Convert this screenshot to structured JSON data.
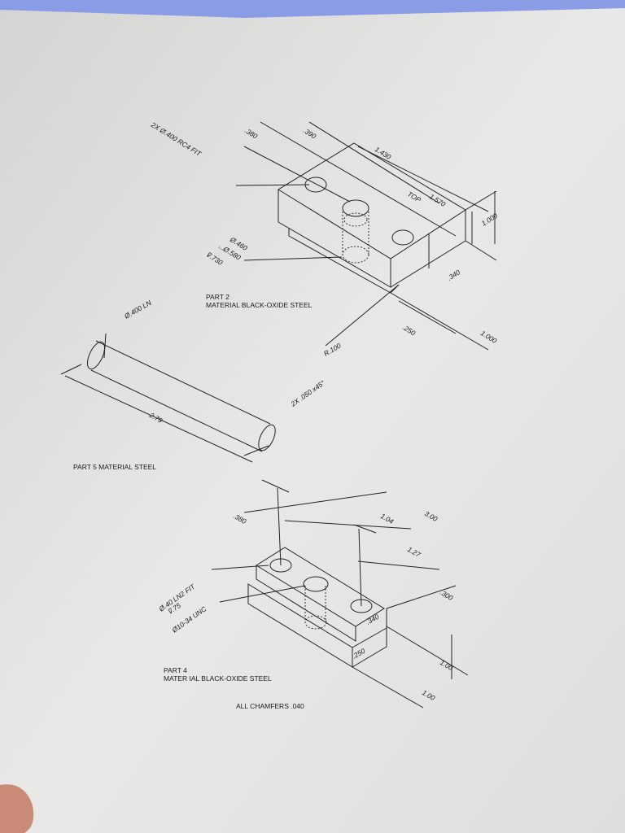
{
  "colors": {
    "paper": "#e4e4e2",
    "ink": "#1a1a1a",
    "top_strip": "#8a9ce6"
  },
  "part2": {
    "hole_callout": "2X Ø.400 RC4 FIT",
    "dim_380": ".380",
    "dim_390": ".390",
    "dim_1430": "1.430",
    "dim_1570": "1.570",
    "top_label": "TOP",
    "dim_height": "1.000",
    "cb_dia": "Ø.460",
    "cb_cbore": "⌴Ø.580",
    "cb_depth": "⊽.730",
    "dim_340": ".340",
    "title": "PART 2",
    "material": "MATERIAL BLACK-OXIDE STEEL",
    "dim_250": ".250",
    "dim_width": "1.000",
    "radius": "R.100"
  },
  "part5": {
    "dia": "Ø.400 LN",
    "chamfer": "2X .050 x45°",
    "length": "2.79",
    "title": "PART 5  MATERIAL STEEL"
  },
  "part4": {
    "dim_380": ".380",
    "dim_104": "1.04",
    "dim_300l": "3.00",
    "dim_127": "1.27",
    "dim_300": ".300",
    "dim_340": ".340",
    "dim_250": ".250",
    "dim_height": "1.00",
    "dim_width": "1.00",
    "hole1": "Ø.40 LN2 FIT",
    "hole1_depth": "⊽.75",
    "hole2": "Ø10-34 UNC",
    "title": "PART 4",
    "material": "MATER IAL  BLACK-OXIDE STEEL",
    "note": "ALL CHAMFERS .040"
  }
}
